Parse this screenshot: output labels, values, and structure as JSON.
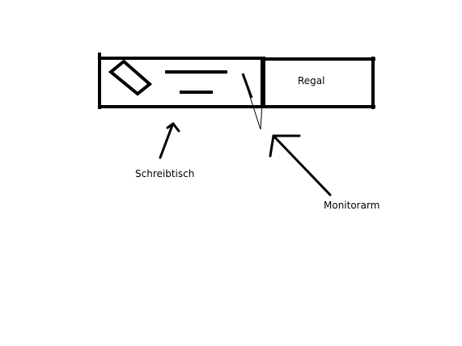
{
  "labels": {
    "shelf": "Regal",
    "desk": "Schreibtisch",
    "monitor_arm": "Monitorarm"
  },
  "colors": {
    "ink": "#000000",
    "background": "#ffffff"
  }
}
